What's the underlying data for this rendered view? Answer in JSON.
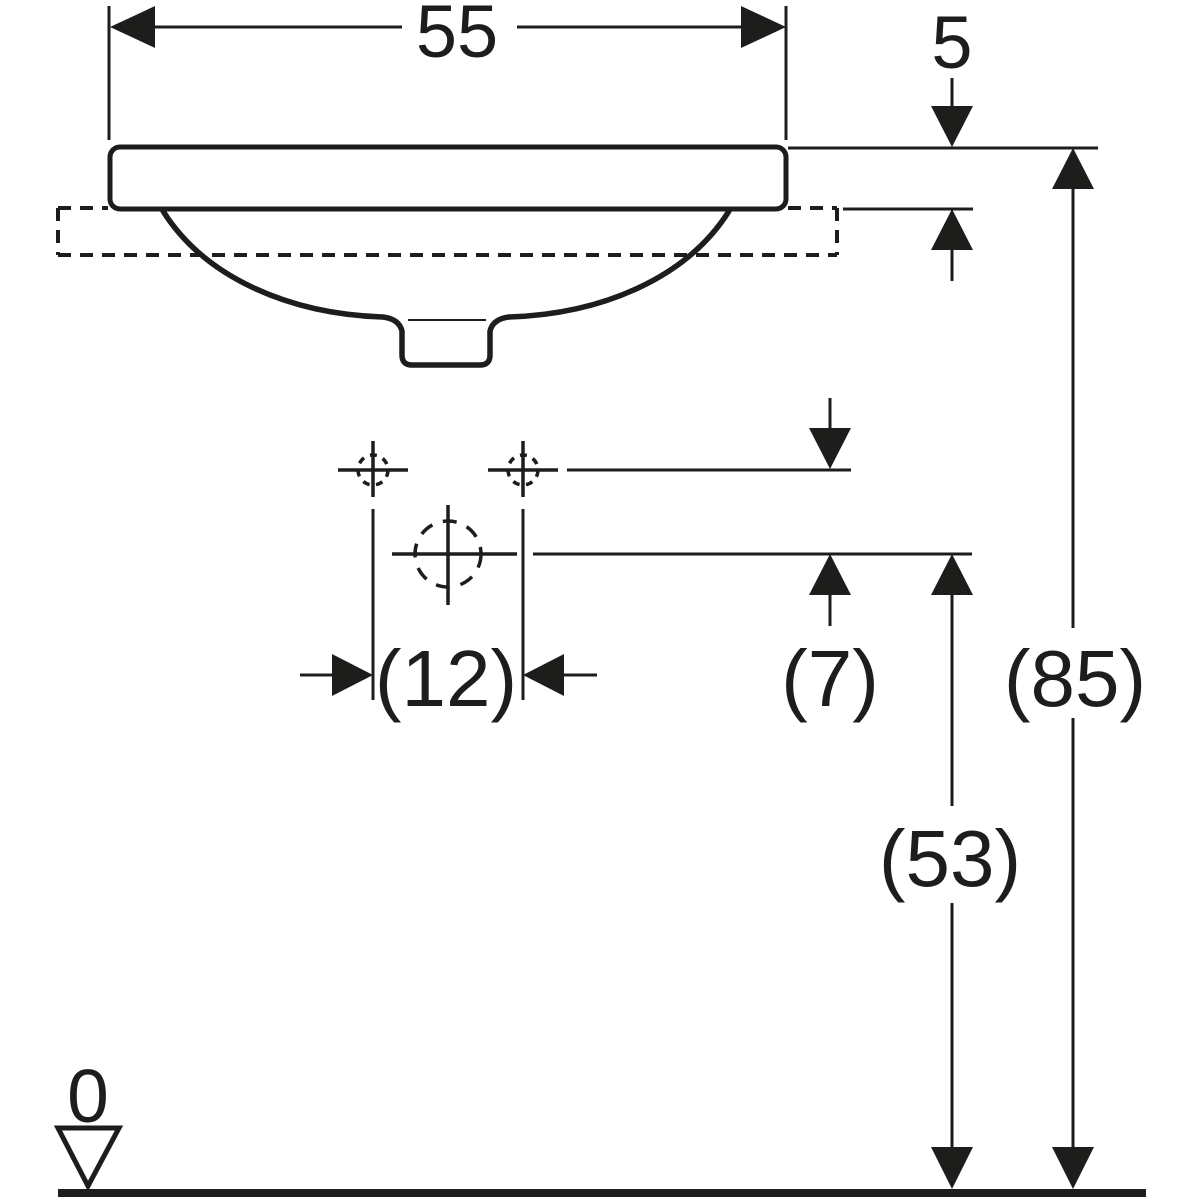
{
  "colors": {
    "ink": "#1d1d1b",
    "paper": "#ffffff"
  },
  "drawing": {
    "kind": "washbasin installation section drawing",
    "labels": {
      "overall_width": "55",
      "rim_height": "5",
      "hole_spacing": "(12)",
      "hole_drop": "(7)",
      "overall_height": "(85)",
      "mixer_height": "(53)",
      "datum": "0"
    }
  }
}
